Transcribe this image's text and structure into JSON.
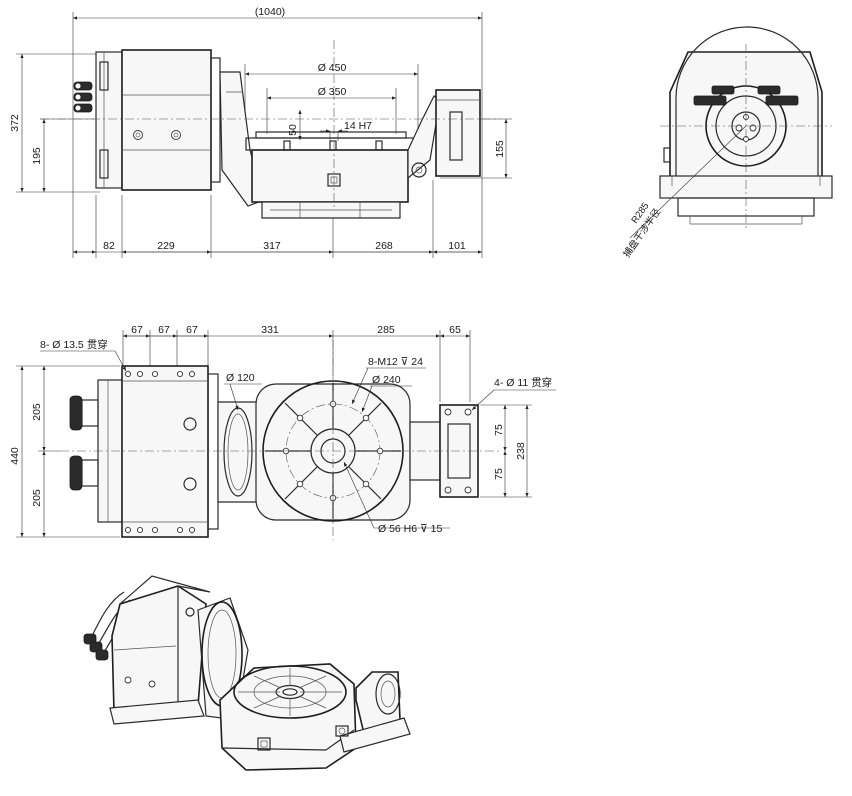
{
  "front_view": {
    "dims": {
      "overall": "(1040)",
      "table_dia": "Ø 450",
      "bolt_dia": "Ø 350",
      "slot_width": "14 H7",
      "slot_height": "50",
      "h_372": "372",
      "h_195": "195",
      "h_155": "155",
      "b_82": "82",
      "b_229": "229",
      "b_317": "317",
      "b_268": "268",
      "b_101": "101"
    }
  },
  "side_view": {
    "radius_label": "R285",
    "radius_note": "捕盘干涉半径"
  },
  "top_view": {
    "dims": {
      "t_67a": "67",
      "t_67b": "67",
      "t_67c": "67",
      "t_331": "331",
      "t_285": "285",
      "t_65": "65",
      "holes_left": "8- Ø 13.5 贯穿",
      "dia_120": "Ø 120",
      "tap": "8-M12 ⊽ 24",
      "dia_240": "Ø 240",
      "holes_right": "4- Ø 11 贯穿",
      "h_205a": "205",
      "h_205b": "205",
      "h_440": "440",
      "h_75a": "75",
      "h_75b": "75",
      "h_238": "238",
      "bore": "Ø 56 H6 ⊽ 15"
    }
  }
}
